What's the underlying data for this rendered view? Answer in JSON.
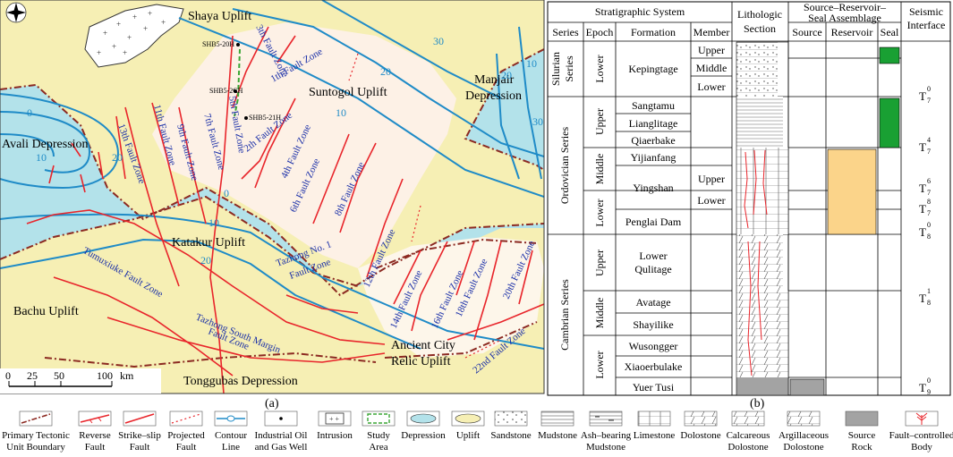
{
  "map": {
    "caption": "(a)",
    "areas": {
      "shaya": "Shaya Uplift",
      "suntogol": "Suntogol Uplift",
      "manjair_1": "Manjair",
      "manjair_2": "Depression",
      "avali": "Avali Depression",
      "katakur": "Katakur Uplift",
      "bachu": "Bachu Uplift",
      "tonggubas": "Tonggubas Depression",
      "ancient_1": "Ancient City",
      "ancient_2": "Relic Uplift"
    },
    "faults": {
      "f3": "3th Fault Zone",
      "f1": "1th Fault Zone",
      "f5": "5th Fault Zone",
      "f7": "7th Fault Zone",
      "f9": "9th Fault Zone",
      "f11": "11th Fault Zone",
      "f13": "13th Fault Zone",
      "f2": "2th Fault Zone",
      "f4": "4th Fault Zone",
      "f6": "6th Fault Zone",
      "f8": "8th Fault Zone",
      "f12": "12th Fault Zone",
      "f14": "14th Fault Zone",
      "f16": "16th Fault Zone",
      "f18": "18th Fault Zone",
      "f20": "20th Fault Zone",
      "f22": "22nd Fault Zone",
      "tazhong1_1": "Tazhong No. 1",
      "tazhong1_2": "Fault Zone",
      "tumuxiuke": "Tumuxiuke Fault Zone",
      "tazhongs_1": "Tazhong South Margin",
      "tazhongs_2": "Fault Zone"
    },
    "wells": {
      "w1": "SHB5-20H",
      "w2": "SHB5-2CH",
      "w3": "SHB5-21H"
    },
    "contours": [
      "10",
      "20",
      "30",
      "10",
      "20",
      "30",
      "0",
      "10",
      "20",
      "10",
      "20",
      "0"
    ],
    "scale": {
      "t0": "0",
      "t1": "25",
      "t2": "50",
      "t3": "100",
      "unit": "km"
    }
  },
  "column": {
    "caption": "(b)",
    "headers": {
      "strat": "Stratigraphic System",
      "series": "Series",
      "epoch": "Epoch",
      "formation": "Formation",
      "member": "Member",
      "litho_1": "Lithologic",
      "litho_2": "Section",
      "srs_1": "Source–Reservoir–",
      "srs_2": "Seal Assemblage",
      "source": "Source",
      "reservoir": "Reservoir",
      "seal": "Seal",
      "seismic_1": "Seismic",
      "seismic_2": "Interface"
    },
    "series": {
      "silurian_1": "Silurian",
      "silurian_2": "Series",
      "ordovician": "Ordovician Series",
      "cambrian": "Cambrian Series"
    },
    "epochs": {
      "e1": "Lower",
      "e2": "Upper",
      "e3": "Middle",
      "e4": "Lower",
      "e5": "Upper",
      "e6": "Middle",
      "e7": "Lower"
    },
    "formations": {
      "kepingtage": "Kepingtage",
      "sangtamu": "Sangtamu",
      "lianglitage": "Lianglitage",
      "qiaerbake": "Qiaerbake",
      "yijianfang": "Yijianfang",
      "yingshan": "Yingshan",
      "penglai": "Penglai Dam",
      "lq_1": "Lower",
      "lq_2": "Qulitage",
      "avatage": "Avatage",
      "shayilike": "Shayilike",
      "wusongger": "Wusongger",
      "xiaoerbulake": "Xiaoerbulake",
      "yuertusi": "Yuer Tusi"
    },
    "members": {
      "m1": "Upper",
      "m2": "Middle",
      "m3": "Lower",
      "m4": "Upper",
      "m5": "Lower"
    },
    "seismic": [
      "T",
      "0",
      "7",
      "T",
      "4",
      "7",
      "T",
      "6",
      "7",
      "T",
      "8",
      "7",
      "T",
      "0",
      "8",
      "T",
      "1",
      "8",
      "T",
      "0",
      "9"
    ]
  },
  "legend": {
    "items": [
      {
        "l1": "Primary Tectonic",
        "l2": "Unit Boundary"
      },
      {
        "l1": "Reverse",
        "l2": "Fault"
      },
      {
        "l1": "Strike–slip",
        "l2": "Fault"
      },
      {
        "l1": "Projected",
        "l2": "Fault"
      },
      {
        "l1": "Contour",
        "l2": "Line"
      },
      {
        "l1": "Industrial Oil",
        "l2": "and Gas Well"
      },
      {
        "l1": "Intrusion",
        "l2": ""
      },
      {
        "l1": "Study",
        "l2": "Area"
      },
      {
        "l1": "Depression",
        "l2": ""
      },
      {
        "l1": "Uplift",
        "l2": ""
      },
      {
        "l1": "Sandstone",
        "l2": ""
      },
      {
        "l1": "Mudstone",
        "l2": ""
      },
      {
        "l1": "Ash–bearing",
        "l2": "Mudstone"
      },
      {
        "l1": "Limestone",
        "l2": ""
      },
      {
        "l1": "Dolostone",
        "l2": ""
      },
      {
        "l1": "Calcareous",
        "l2": "Dolostone"
      },
      {
        "l1": "Argillaceous",
        "l2": "Dolostone"
      },
      {
        "l1": "Source",
        "l2": "Rock"
      },
      {
        "l1": "Fault–controlled",
        "l2": "Body"
      }
    ]
  },
  "colors": {
    "depression": "#b3e2ea",
    "uplift": "#f6efb4",
    "study": "#fdf1e6",
    "fault": "#e8252b",
    "contour": "#1f8bc7",
    "boundary": "#8c2a22",
    "seal": "#19a033",
    "reservoir": "#fbd48a",
    "source": "#a3a3a3"
  }
}
